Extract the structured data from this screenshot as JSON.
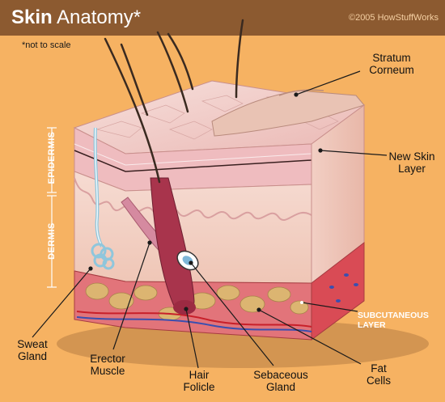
{
  "header": {
    "title_bold": "Skin",
    "title_regular": "Anatomy*",
    "copyright": "©2005 HowStuffWorks"
  },
  "note": "*not to scale",
  "side_labels": {
    "epidermis": "EPIDERMIS",
    "dermis": "DERMIS"
  },
  "labels": {
    "stratum_corneum": [
      "Stratum",
      "Corneum"
    ],
    "new_skin_layer": [
      "New Skin",
      "Layer"
    ],
    "subcutaneous_layer": [
      "SUBCUTANEOUS",
      "LAYER"
    ],
    "fat_cells": [
      "Fat",
      "Cells"
    ],
    "sebaceous_gland": [
      "Sebaceous",
      "Gland"
    ],
    "hair_folicle": [
      "Hair",
      "Folicle"
    ],
    "erector_muscle": [
      "Erector",
      "Muscle"
    ],
    "sweat_gland": [
      "Sweat",
      "Gland"
    ]
  },
  "colors": {
    "background": "#f6b262",
    "header": "#8c5a30",
    "epidermis_top": "#f3d3cc",
    "dermis": "#f3d1c4",
    "subcutaneous": "#d94b55",
    "fat": "#d8b070"
  }
}
